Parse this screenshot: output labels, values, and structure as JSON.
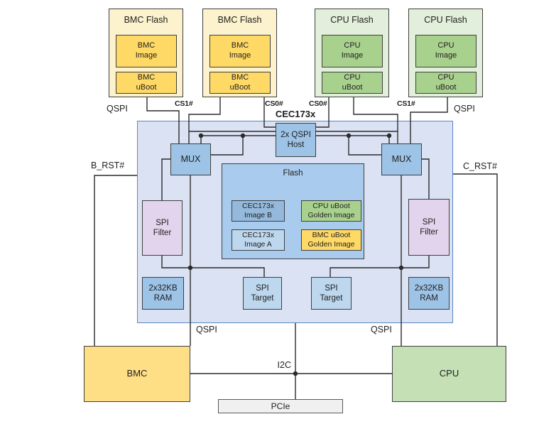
{
  "colors": {
    "flash_outer_bmc": "#fcf2cd",
    "flash_inner_bmc": "#ffd966",
    "flash_outer_cpu": "#e2efda",
    "flash_inner_cpu": "#a9d18e",
    "chip_bg": "#dbe2f3",
    "chip_border": "#5b87c5",
    "block_blue_md": "#9dc3e6",
    "block_blue_lt": "#bdd7ee",
    "flash_region_bg": "#a9cbee",
    "image_b_bg": "#95b9dc",
    "spi_filter_bg": "#e2d4ec",
    "bmc_bg": "#ffdf86",
    "cpu_bg": "#c5e0b4",
    "pcie_bg": "#f0f0f0",
    "wire_color": "#2b2b2b"
  },
  "diagram": {
    "chip_title": "CEC173x",
    "flash_chips": [
      {
        "title": "BMC Flash",
        "image_label": "BMC\nImage",
        "uboot_label": "BMC\nuBoot"
      },
      {
        "title": "BMC Flash",
        "image_label": "BMC\nImage",
        "uboot_label": "BMC\nuBoot"
      },
      {
        "title": "CPU Flash",
        "image_label": "CPU\nImage",
        "uboot_label": "CPU\nuBoot"
      },
      {
        "title": "CPU Flash",
        "image_label": "CPU\nImage",
        "uboot_label": "CPU\nuBoot"
      }
    ],
    "chip": {
      "qspi_host": "2x QSPI\nHost",
      "mux_left": "MUX",
      "mux_right": "MUX",
      "flash_region": {
        "title": "Flash",
        "image_b": "CEC173x\nImage B",
        "image_a": "CEC173x\nImage A",
        "cpu_golden": "CPU uBoot\nGolden Image",
        "bmc_golden": "BMC uBoot\nGolden Image"
      },
      "spi_filter_left": "SPI\nFilter",
      "spi_filter_right": "SPI\nFilter",
      "ram_left": "2x32KB\nRAM",
      "ram_right": "2x32KB\nRAM",
      "spi_target_left": "SPI\nTarget",
      "spi_target_right": "SPI\nTarget"
    },
    "external": {
      "bmc": "BMC",
      "cpu": "CPU",
      "pcie": "PCIe"
    },
    "signal_labels": {
      "qspi_top_left": "QSPI",
      "qspi_top_right": "QSPI",
      "cs1_left": "CS1#",
      "cs0_left": "CS0#",
      "cs0_right": "CS0#",
      "cs1_right": "CS1#",
      "b_rst": "B_RST#",
      "c_rst": "C_RST#",
      "qspi_bottom_left": "QSPI",
      "qspi_bottom_right": "QSPI",
      "i2c": "I2C"
    }
  }
}
